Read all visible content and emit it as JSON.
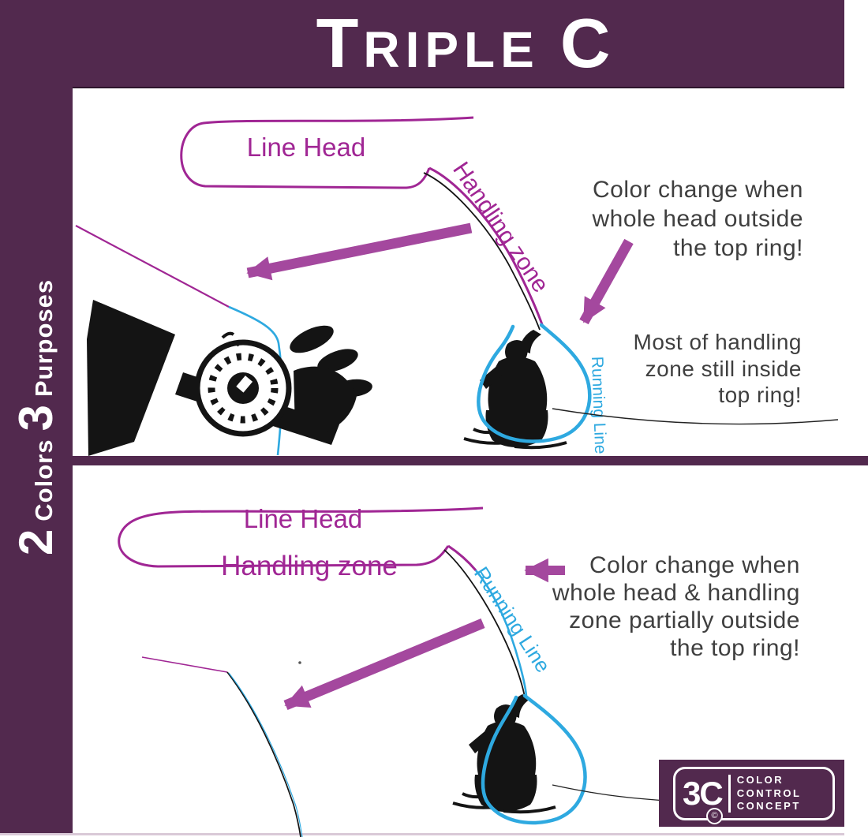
{
  "colors": {
    "background_purple": "#52294E",
    "line_magenta": "#A02694",
    "arrow_purple": "#A4489E",
    "running_blue": "#2EA9E0",
    "ink_black": "#141414",
    "annotation_gray": "#3F3F3F",
    "white": "#FFFFFF"
  },
  "header": {
    "title_parts": [
      "T",
      "RIPLE",
      "C"
    ]
  },
  "sidebar": {
    "number_colors": "2",
    "label_colors": "Colors",
    "number_purposes": "3",
    "label_purposes": "Purposes"
  },
  "panel_top": {
    "line_head_label": "Line Head",
    "handling_zone_label": "Handling zone",
    "running_line_label": "Running Line",
    "annotation_primary_lines": [
      "Color change when",
      "whole head outside",
      "the top ring!"
    ],
    "annotation_secondary_lines": [
      "Most of handling",
      "zone still inside",
      "top ring!"
    ]
  },
  "panel_bottom": {
    "line_head_label": "Line Head",
    "handling_zone_label": "Handling zone",
    "running_line_label": "Running Line",
    "annotation_primary_lines": [
      "Color change when",
      "whole head & handling",
      "zone partially outside",
      "the top ring!"
    ]
  },
  "logo": {
    "mark": "3C",
    "copyright": "©",
    "words": [
      "COLOR",
      "CONTROL",
      "CONCEPT"
    ]
  }
}
